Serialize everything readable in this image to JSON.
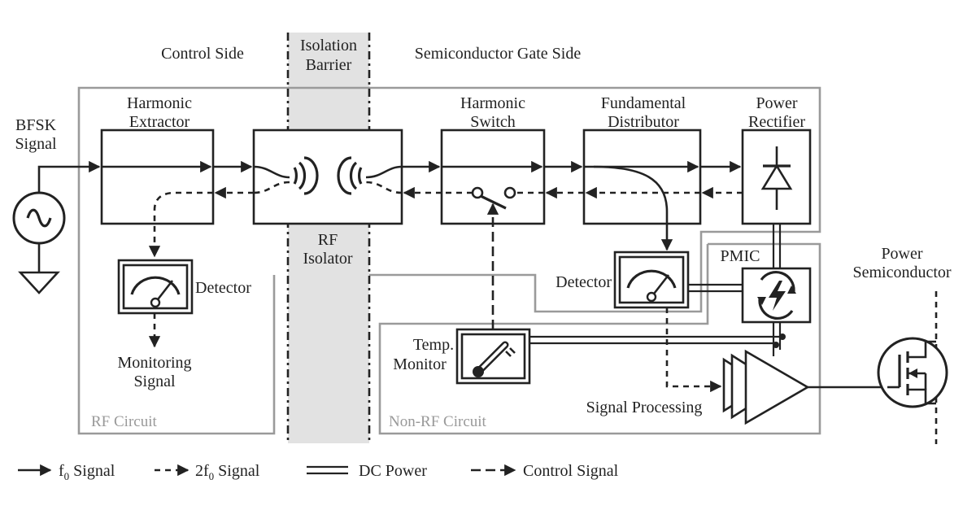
{
  "headers": {
    "control_side": "Control Side",
    "isolation_barrier_line1": "Isolation",
    "isolation_barrier_line2": "Barrier",
    "gate_side": "Semiconductor Gate Side"
  },
  "blocks": {
    "harmonic_extractor_line1": "Harmonic",
    "harmonic_extractor_line2": "Extractor",
    "rf_isolator_line1": "RF",
    "rf_isolator_line2": "Isolator",
    "harmonic_switch_line1": "Harmonic",
    "harmonic_switch_line2": "Switch",
    "fundamental_distributor_line1": "Fundamental",
    "fundamental_distributor_line2": "Distributor",
    "power_rectifier_line1": "Power",
    "power_rectifier_line2": "Rectifier",
    "pmic": "PMIC",
    "detector_left": "Detector",
    "detector_right": "Detector",
    "temp_monitor_line1": "Temp.",
    "temp_monitor_line2": "Monitor",
    "signal_processing": "Signal Processing"
  },
  "io": {
    "bfsk_line1": "BFSK",
    "bfsk_line2": "Signal",
    "monitoring_line1": "Monitoring",
    "monitoring_line2": "Signal",
    "power_semi_line1": "Power",
    "power_semi_line2": "Semiconductor"
  },
  "regions": {
    "rf_circuit": "RF Circuit",
    "non_rf_circuit": "Non-RF Circuit"
  },
  "legend": {
    "f0_prefix": "f",
    "f0_sub": "0",
    "f0_suffix": " Signal",
    "two_f0_prefix": "2f",
    "two_f0_sub": "0",
    "two_f0_suffix": " Signal",
    "dc_power": "DC Power",
    "control_signal": "Control Signal"
  },
  "colors": {
    "line": "#222222",
    "region_border": "#9a9a9a",
    "barrier_fill": "#e2e2e2"
  }
}
